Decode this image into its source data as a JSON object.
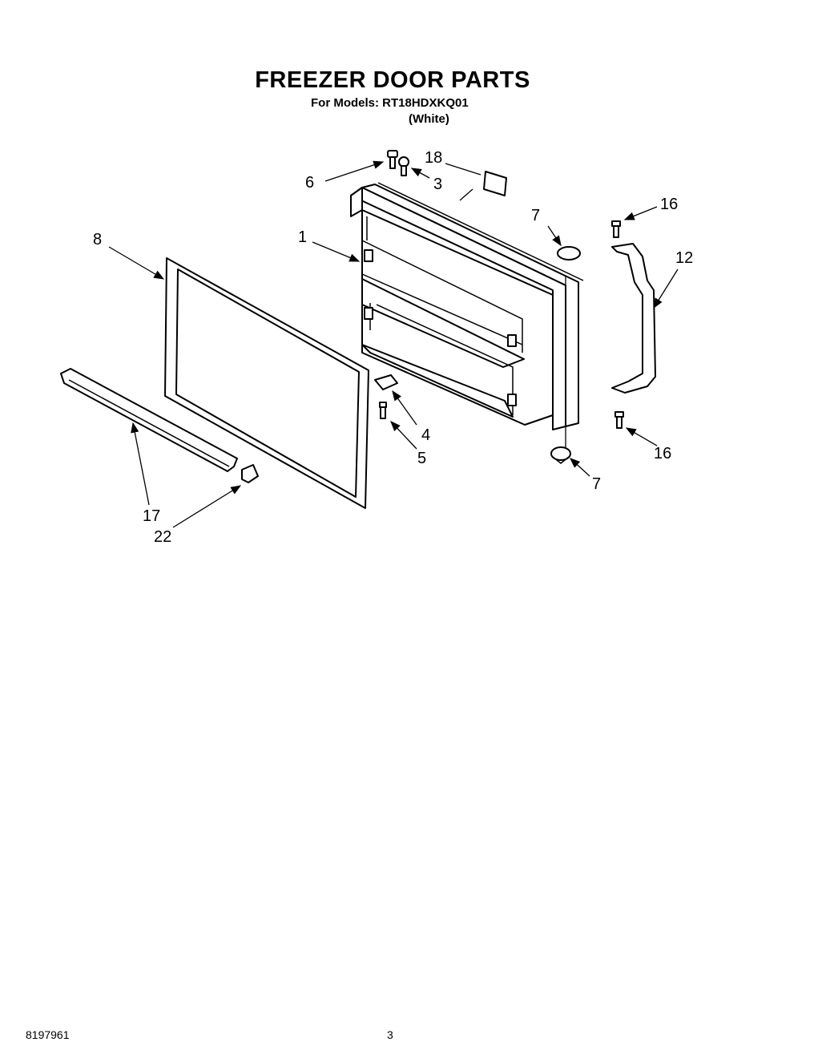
{
  "header": {
    "title": "FREEZER DOOR PARTS",
    "models_line": "For Models: RT18HDXKQ01",
    "color_line": "(White)"
  },
  "callouts": [
    {
      "id": "c1",
      "label": "1"
    },
    {
      "id": "c3",
      "label": "3"
    },
    {
      "id": "c4",
      "label": "4"
    },
    {
      "id": "c5",
      "label": "5"
    },
    {
      "id": "c6",
      "label": "6"
    },
    {
      "id": "c7a",
      "label": "7"
    },
    {
      "id": "c7b",
      "label": "7"
    },
    {
      "id": "c8",
      "label": "8"
    },
    {
      "id": "c12",
      "label": "12"
    },
    {
      "id": "c16a",
      "label": "16"
    },
    {
      "id": "c16b",
      "label": "16"
    },
    {
      "id": "c17",
      "label": "17"
    },
    {
      "id": "c18",
      "label": "18"
    },
    {
      "id": "c22",
      "label": "22"
    }
  ],
  "footer": {
    "doc_number": "8197961",
    "page_number": "3"
  }
}
